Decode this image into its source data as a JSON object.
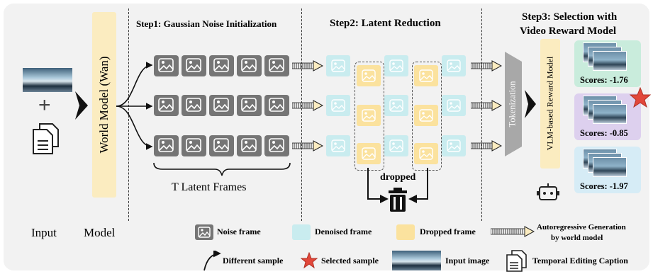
{
  "steps": {
    "step1": "Step1: Gaussian Noise Initialization",
    "step2": "Step2: Latent Reduction",
    "step3_line1": "Step3: Selection with",
    "step3_line2": "Video Reward Model"
  },
  "world_model_label": "World Model (Wan)",
  "latent_frames_label": "T Latent Frames",
  "dropped_label": "dropped",
  "tokenization_label": "Tokenization",
  "vlm_label": "VLM-based Reward Model",
  "scores": [
    "Scores: -1.76",
    "Scores: -0.85",
    "Scores: -1.97"
  ],
  "bottom_labels": {
    "input": "Input",
    "model": "Model"
  },
  "legend": {
    "noise_frame": "Noise frame",
    "denoised_frame": "Denoised frame",
    "dropped_frame": "Dropped frame",
    "autoregressive_line1": "Autoregressive Generation",
    "autoregressive_line2": "by world model",
    "different_sample": "Different sample",
    "selected_sample": "Selected sample",
    "input_image": "Input image",
    "temporal_caption": "Temporal Editing Caption"
  },
  "colors": {
    "panel_bg": "#f2f2f2",
    "noise": "#757575",
    "denoised": "#c9ecef",
    "dropped": "#fbe29e",
    "model_box": "#fbecc0",
    "tokenizer": "#a8a8a8",
    "score_green": "#c9ecdc",
    "score_purple": "#ddd0ee",
    "score_blue": "#d6ecf6",
    "star": "#e2473a"
  },
  "icons": [
    "image-icon",
    "plus-icon",
    "document-icon",
    "chevron-right-icon",
    "trash-icon",
    "robot-icon",
    "star-icon",
    "curved-arrow-icon"
  ]
}
